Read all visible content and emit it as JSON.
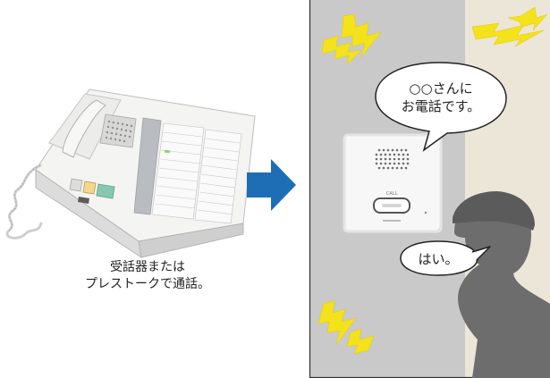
{
  "caption": {
    "line1": "受話器または",
    "line2": "プレストークで通話。"
  },
  "speech_bubbles": {
    "announcement_line1": "○○さんに",
    "announcement_line2": "お電話です。",
    "reply": "はい。"
  },
  "speaker_unit": {
    "button_label": "CALL"
  },
  "colors": {
    "arrow": "#1e6eb6",
    "panel_gray": "#c9c9c9",
    "panel_beige": "#ece6d8",
    "person": "#6d6d6d",
    "lightning": "#f4e21a"
  },
  "icons": [
    "intercom-master-station-icon",
    "right-arrow-icon",
    "lightning-icon",
    "person-silhouette-icon",
    "wall-speaker-icon"
  ]
}
